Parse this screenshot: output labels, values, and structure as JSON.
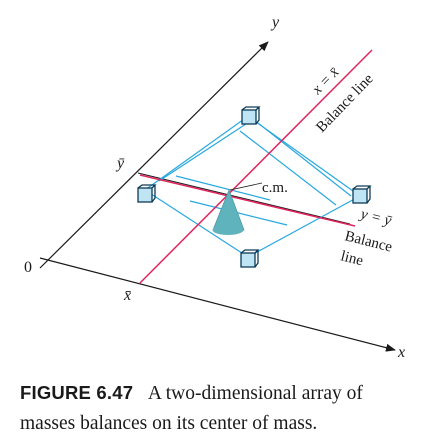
{
  "figure": {
    "axis_labels": {
      "x": "x",
      "y": "y",
      "origin": "0"
    },
    "tick_labels": {
      "x_bar": "x̄",
      "y_bar": "ȳ"
    },
    "balance_lines": {
      "vertical_equation": "x = x̄",
      "vertical_label": "Balance line",
      "horizontal_equation": "y = ȳ",
      "horizontal_label_line1": "Balance",
      "horizontal_label_line2": "line"
    },
    "center_of_mass_label": "c.m.",
    "colors": {
      "axes": "#1a1a1a",
      "balance_line": "#e0245e",
      "array_lines": "#29a8df",
      "mass_face": "#bfe4f3",
      "mass_outline": "#0d3b57",
      "cone": "#5fb3bd"
    }
  },
  "caption": {
    "label": "FIGURE 6.47",
    "text": "A two-dimensional array of masses balances on its center of mass."
  }
}
